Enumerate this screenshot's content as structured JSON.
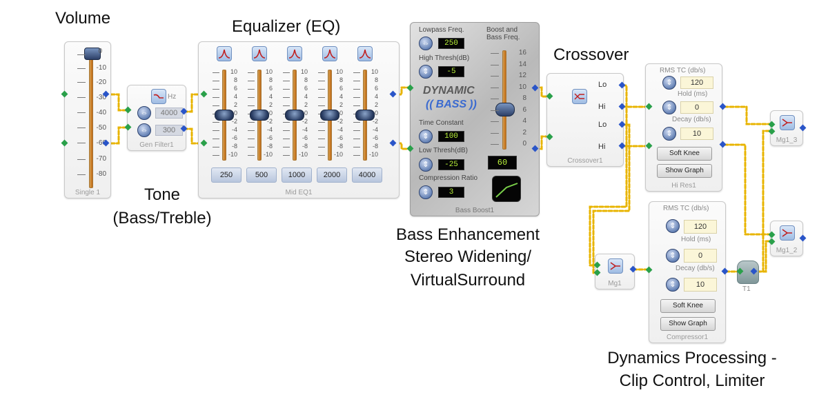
{
  "captions": {
    "volume": "Volume",
    "tone_line1": "Tone",
    "tone_line2": "(Bass/Treble)",
    "equalizer": "Equalizer (EQ)",
    "crossover": "Crossover",
    "bass_line1": "Bass Enhancement",
    "bass_line2": "Stereo Widening/",
    "bass_line3": "VirtualSurround",
    "dyn_line1": "Dynamics Processing -",
    "dyn_line2": "Clip Control, Limiter"
  },
  "volume_block": {
    "title": "Single 1",
    "ticks": [
      "0",
      "-10",
      "-20",
      "-30",
      "-40",
      "-50",
      "-60",
      "-70",
      "-80"
    ]
  },
  "gen_filter": {
    "title": "Gen Filter1",
    "unit": "Hz",
    "freq1": "4000",
    "freq2": "300"
  },
  "eq_block": {
    "title": "Mid EQ1",
    "ticks": [
      "10",
      "8",
      "6",
      "4",
      "2",
      "0",
      "-2",
      "-4",
      "-6",
      "-8",
      "-10"
    ],
    "bands": [
      "250",
      "500",
      "1000",
      "2000",
      "4000"
    ]
  },
  "bass_boost": {
    "title": "Bass Boost1",
    "lowpass_label": "Lowpass Freq.",
    "lowpass_value": "250",
    "high_thresh_label": "High Thresh(dB)",
    "high_thresh_value": "-5",
    "logo_line1": "DYNAMIC",
    "logo_line2": "BASS",
    "time_constant_label": "Time Constant",
    "time_constant_value": "100",
    "low_thresh_label": "Low Thresh(dB)",
    "low_thresh_value": "-25",
    "compression_label": "Compression Ratio",
    "compression_value": "3",
    "boost_label_line1": "Boost and",
    "boost_label_line2": "Bass Freq.",
    "boost_ticks": [
      "16",
      "14",
      "12",
      "10",
      "8",
      "6",
      "4",
      "2",
      "0"
    ],
    "boost_value": "60"
  },
  "crossover_block": {
    "title": "Crossover1",
    "outputs": [
      "Lo",
      "Hi",
      "Lo",
      "Hi"
    ]
  },
  "hi_res": {
    "title": "Hi Res1",
    "rms_label": "RMS TC (db/s)",
    "rms_value": "120",
    "hold_label": "Hold (ms)",
    "hold_value": "0",
    "decay_label": "Decay (db/s)",
    "decay_value": "10",
    "soft_knee": "Soft Knee",
    "show_graph": "Show Graph"
  },
  "compressor": {
    "title": "Compressor1",
    "rms_label": "RMS TC (db/s)",
    "rms_value": "120",
    "hold_label": "Hold (ms)",
    "hold_value": "0",
    "decay_label": "Decay (db/s)",
    "decay_value": "10",
    "soft_knee": "Soft Knee",
    "show_graph": "Show Graph"
  },
  "merge_blocks": {
    "mg1": "Mg1",
    "mg1_3": "Mg1_3",
    "mg1_2": "Mg1_2",
    "t1": "T1"
  },
  "colors": {
    "wire": "#e8b400",
    "pin_in": "#2aa04a",
    "pin_out": "#2a55c8",
    "lcd_text": "#b9f23a"
  }
}
